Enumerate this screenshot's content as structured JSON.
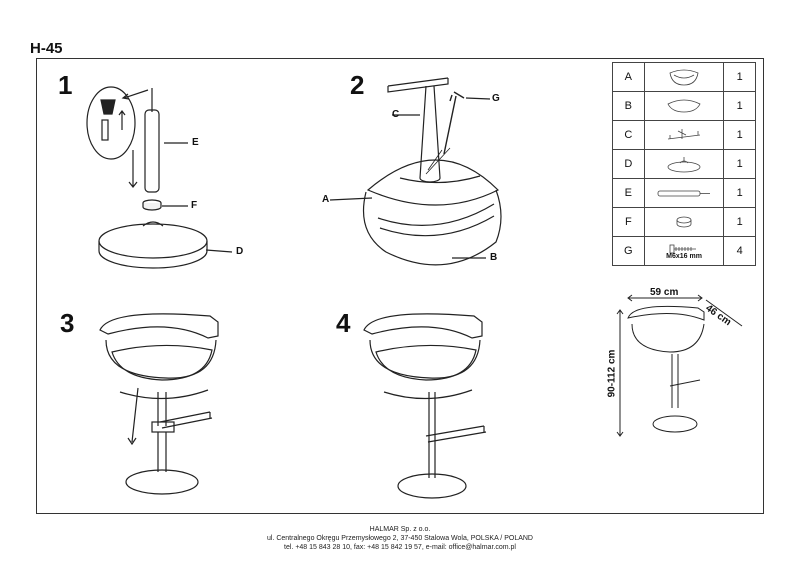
{
  "header": {
    "model": "H-45"
  },
  "steps": [
    "1",
    "2",
    "3",
    "4"
  ],
  "labels": {
    "A": "A",
    "B": "B",
    "C": "C",
    "D": "D",
    "E": "E",
    "F": "F",
    "G": "G"
  },
  "parts": [
    {
      "letter": "A",
      "icon": "seat-shell-icon",
      "qty": "1"
    },
    {
      "letter": "B",
      "icon": "seat-cover-icon",
      "qty": "1"
    },
    {
      "letter": "C",
      "icon": "seat-bracket-icon",
      "qty": "1"
    },
    {
      "letter": "D",
      "icon": "base-plate-icon",
      "qty": "1"
    },
    {
      "letter": "E",
      "icon": "gas-lift-icon",
      "qty": "1"
    },
    {
      "letter": "F",
      "icon": "dust-cap-icon",
      "qty": "1"
    },
    {
      "letter": "G",
      "icon": "screw-icon",
      "qty": "4",
      "note": "M6x16 mm"
    }
  ],
  "dimensions": {
    "width": "59 cm",
    "depth": "46 cm",
    "height": "90-112 cm"
  },
  "footer": {
    "company": "HALMAR Sp. z o.o.",
    "address": "ul. Centralnego Okręgu Przemysłowego 2, 37-450 Stalowa Wola, POLSKA / POLAND",
    "contact": "tel. +48 15 843 28 10, fax: +48 15 842 19 57, e-mail: office@halmar.com.pl"
  }
}
